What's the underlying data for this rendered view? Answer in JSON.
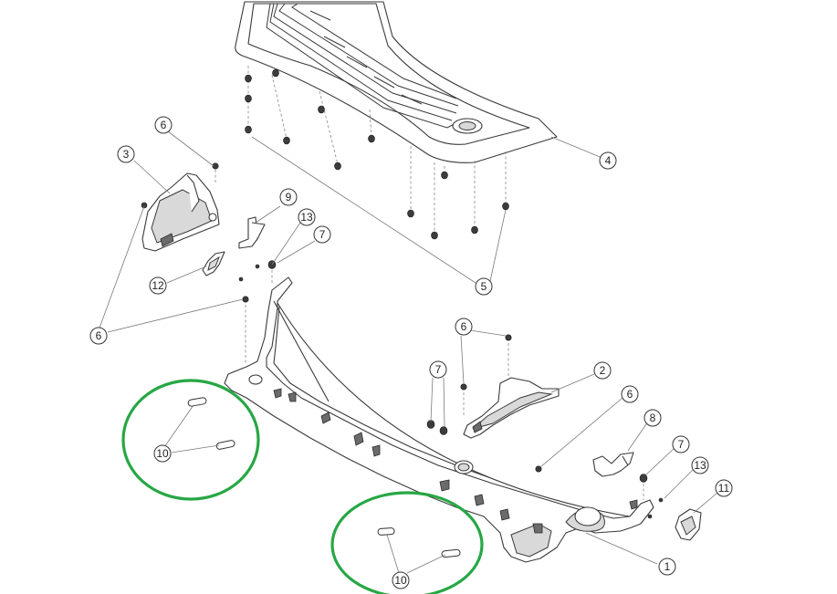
{
  "callouts": {
    "c1": "1",
    "c2": "2",
    "c3": "3",
    "c4": "4",
    "c5": "5",
    "c6": "6",
    "c7": "7",
    "c8": "8",
    "c9": "9",
    "c10": "10",
    "c11": "11",
    "c12": "12",
    "c13": "13"
  },
  "colors": {
    "highlight_ring": "#27a745",
    "line": "#3a3a3a",
    "background": "#ffffff"
  }
}
